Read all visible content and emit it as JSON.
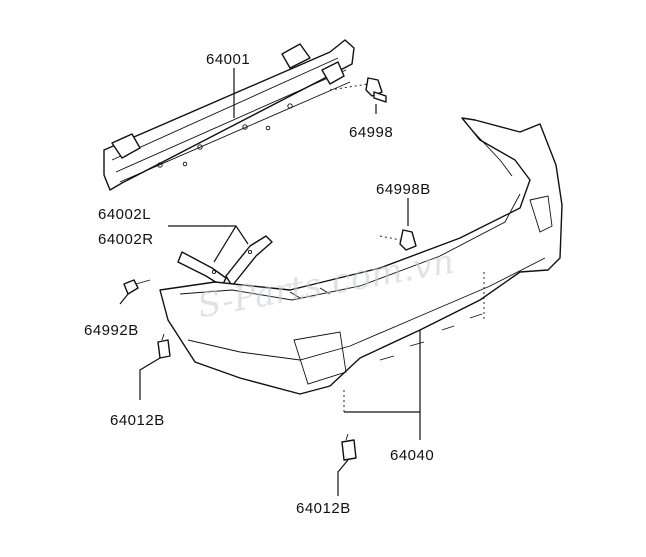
{
  "labels": {
    "reinforcement": "64001",
    "bolt_upper": "64998",
    "bolt_side": "64998B",
    "bracket_l": "64002L",
    "bracket_r": "64002R",
    "screw": "64992B",
    "clip_left": "64012B",
    "clip_bottom": "64012B",
    "bumper_cover": "64040"
  },
  "watermark": "S-Parts.com.vn",
  "colors": {
    "line": "#111111",
    "watermark": "#c9ccd6",
    "background": "#ffffff"
  }
}
